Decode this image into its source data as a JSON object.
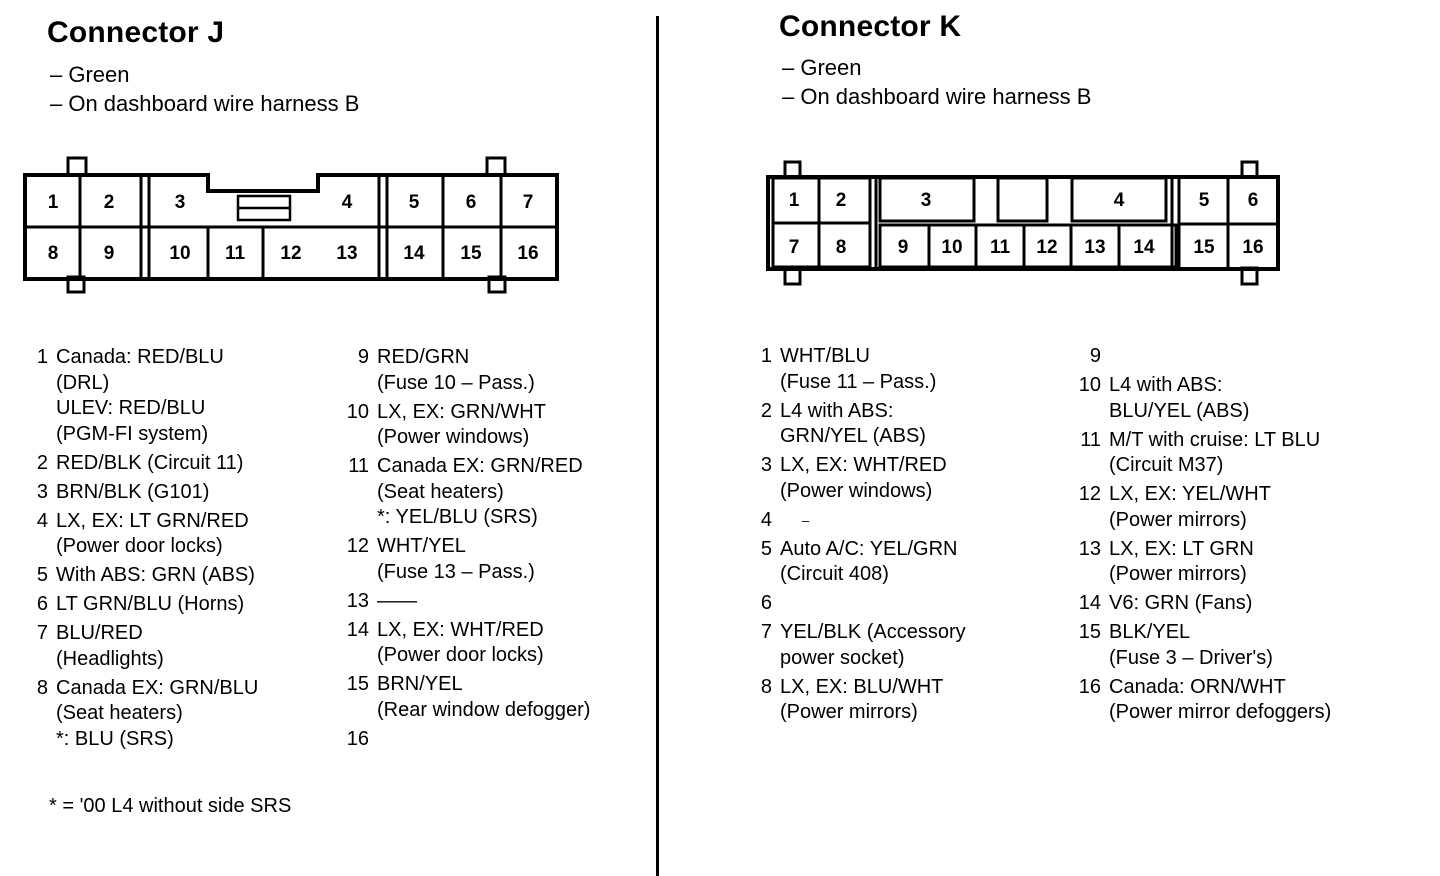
{
  "connector_j": {
    "title": "Connector J",
    "color": "– Green",
    "location": "– On dashboard wire harness B",
    "pin_labels": [
      "1",
      "2",
      "3",
      "4",
      "5",
      "6",
      "7",
      "8",
      "9",
      "10",
      "11",
      "12",
      "13",
      "14",
      "15",
      "16"
    ],
    "pins_left": [
      {
        "num": "1",
        "lines": [
          "Canada: RED/BLU",
          "(DRL)",
          "ULEV: RED/BLU",
          "(PGM-FI system)"
        ]
      },
      {
        "num": "2",
        "lines": [
          "RED/BLK (Circuit 11)"
        ]
      },
      {
        "num": "3",
        "lines": [
          "BRN/BLK (G101)"
        ]
      },
      {
        "num": "4",
        "lines": [
          "LX, EX: LT GRN/RED",
          "(Power door locks)"
        ]
      },
      {
        "num": "5",
        "lines": [
          "With ABS: GRN (ABS)"
        ]
      },
      {
        "num": "6",
        "lines": [
          "LT GRN/BLU (Horns)"
        ]
      },
      {
        "num": "7",
        "lines": [
          "BLU/RED",
          "(Headlights)"
        ]
      },
      {
        "num": "8",
        "lines": [
          "Canada EX: GRN/BLU",
          "(Seat heaters)",
          "*: BLU (SRS)"
        ]
      }
    ],
    "pins_right": [
      {
        "num": "9",
        "lines": [
          "RED/GRN",
          "(Fuse 10 – Pass.)"
        ]
      },
      {
        "num": "10",
        "lines": [
          "LX, EX: GRN/WHT",
          "(Power windows)"
        ]
      },
      {
        "num": "11",
        "lines": [
          "Canada EX: GRN/RED",
          "(Seat heaters)",
          "*: YEL/BLU (SRS)"
        ]
      },
      {
        "num": "12",
        "lines": [
          "WHT/YEL",
          "(Fuse 13 – Pass.)"
        ]
      },
      {
        "num": "13",
        "lines": [
          "——"
        ]
      },
      {
        "num": "14",
        "lines": [
          "LX, EX: WHT/RED",
          "(Power door locks)"
        ]
      },
      {
        "num": "15",
        "lines": [
          "BRN/YEL",
          "(Rear window defogger)"
        ]
      },
      {
        "num": "16",
        "lines": [
          ""
        ]
      }
    ],
    "footnote": "* = '00 L4 without side SRS"
  },
  "connector_k": {
    "title": "Connector K",
    "color": "– Green",
    "location": "– On dashboard wire harness B",
    "pin_labels": [
      "1",
      "2",
      "3",
      "4",
      "5",
      "6",
      "7",
      "8",
      "9",
      "10",
      "11",
      "12",
      "13",
      "14",
      "15",
      "16"
    ],
    "pins_left": [
      {
        "num": "1",
        "lines": [
          "WHT/BLU",
          "(Fuse 11 – Pass.)"
        ]
      },
      {
        "num": "2",
        "lines": [
          "L4 with ABS:",
          "GRN/YEL (ABS)"
        ]
      },
      {
        "num": "3",
        "lines": [
          "LX, EX: WHT/RED",
          "(Power windows)"
        ]
      },
      {
        "num": "4",
        "lines": [
          "–"
        ]
      },
      {
        "num": "5",
        "lines": [
          "Auto A/C: YEL/GRN",
          "(Circuit 408)"
        ]
      },
      {
        "num": "6",
        "lines": [
          ""
        ]
      },
      {
        "num": "7",
        "lines": [
          "YEL/BLK (Accessory",
          "power socket)"
        ]
      },
      {
        "num": "8",
        "lines": [
          "LX, EX: BLU/WHT",
          "(Power mirrors)"
        ]
      }
    ],
    "pins_right": [
      {
        "num": "9",
        "lines": [
          ""
        ]
      },
      {
        "num": "10",
        "lines": [
          "L4 with ABS:",
          "BLU/YEL (ABS)"
        ]
      },
      {
        "num": "11",
        "lines": [
          "M/T with cruise: LT BLU",
          "(Circuit M37)"
        ]
      },
      {
        "num": "12",
        "lines": [
          "LX, EX: YEL/WHT",
          "(Power mirrors)"
        ]
      },
      {
        "num": "13",
        "lines": [
          "LX, EX: LT GRN",
          "(Power mirrors)"
        ]
      },
      {
        "num": "14",
        "lines": [
          "V6: GRN (Fans)"
        ]
      },
      {
        "num": "15",
        "lines": [
          "BLK/YEL",
          "(Fuse 3 – Driver's)"
        ]
      },
      {
        "num": "16",
        "lines": [
          "Canada: ORN/WHT",
          "(Power mirror defoggers)"
        ]
      }
    ]
  }
}
